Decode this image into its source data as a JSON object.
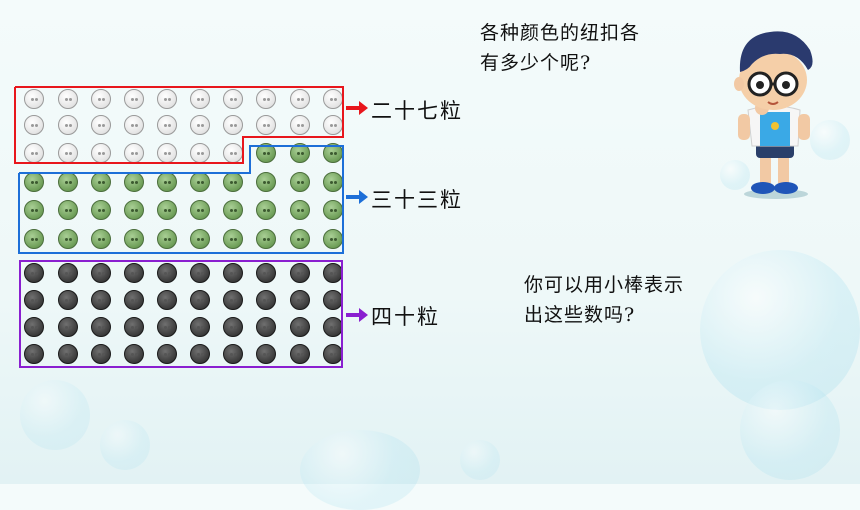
{
  "question_top": {
    "line1": "各种颜色的纽扣各",
    "line2": "有多少个呢?"
  },
  "question_bottom": {
    "line1": "你可以用小棒表示",
    "line2": "出这些数吗?"
  },
  "groups": {
    "white": {
      "label": "二十七粒",
      "count": 27,
      "color": "#e8161c"
    },
    "green": {
      "label": "三十三粒",
      "count": 33,
      "color": "#1d6fd8"
    },
    "black": {
      "label": "四十粒",
      "count": 40,
      "color": "#8a1fd0"
    }
  },
  "character": {
    "icon": "boy-with-glasses-icon"
  }
}
